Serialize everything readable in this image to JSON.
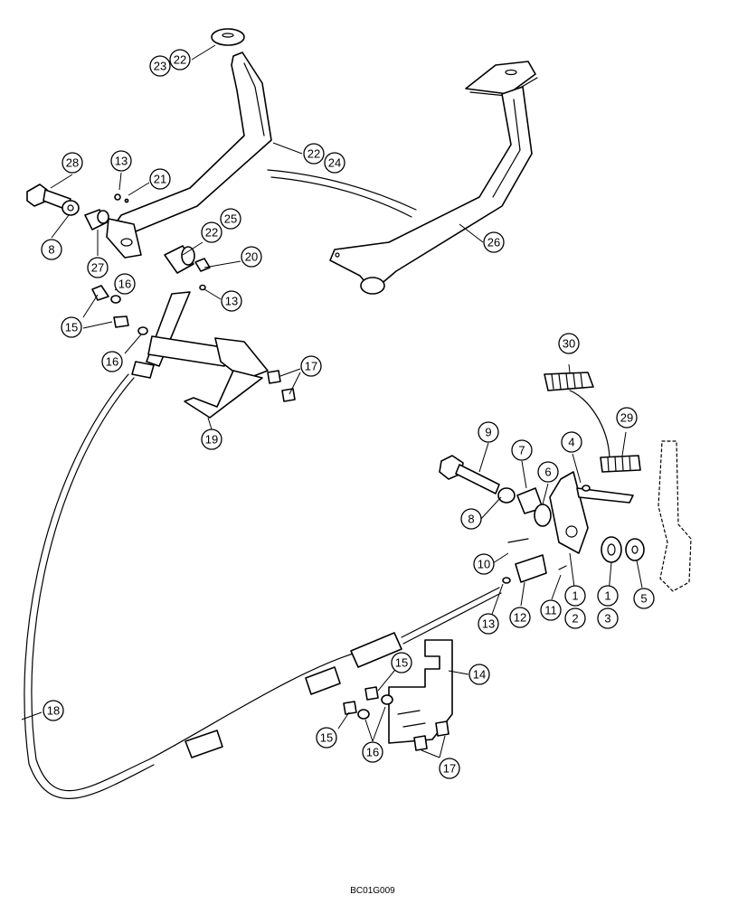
{
  "figure": {
    "code": "BC01G009"
  },
  "callouts": [
    {
      "label": "23"
    },
    {
      "label": "22"
    },
    {
      "label": "22"
    },
    {
      "label": "24"
    },
    {
      "label": "26"
    },
    {
      "label": "28"
    },
    {
      "label": "13"
    },
    {
      "label": "21"
    },
    {
      "label": "8"
    },
    {
      "label": "27"
    },
    {
      "label": "25"
    },
    {
      "label": "22"
    },
    {
      "label": "20"
    },
    {
      "label": "13"
    },
    {
      "label": "16"
    },
    {
      "label": "15"
    },
    {
      "label": "16"
    },
    {
      "label": "17"
    },
    {
      "label": "19"
    },
    {
      "label": "30"
    },
    {
      "label": "29"
    },
    {
      "label": "9"
    },
    {
      "label": "7"
    },
    {
      "label": "4"
    },
    {
      "label": "6"
    },
    {
      "label": "8"
    },
    {
      "label": "10"
    },
    {
      "label": "11"
    },
    {
      "label": "12"
    },
    {
      "label": "13"
    },
    {
      "label": "1"
    },
    {
      "label": "2"
    },
    {
      "label": "1"
    },
    {
      "label": "3"
    },
    {
      "label": "5"
    },
    {
      "label": "14"
    },
    {
      "label": "15"
    },
    {
      "label": "15"
    },
    {
      "label": "16"
    },
    {
      "label": "17"
    },
    {
      "label": "18"
    }
  ]
}
